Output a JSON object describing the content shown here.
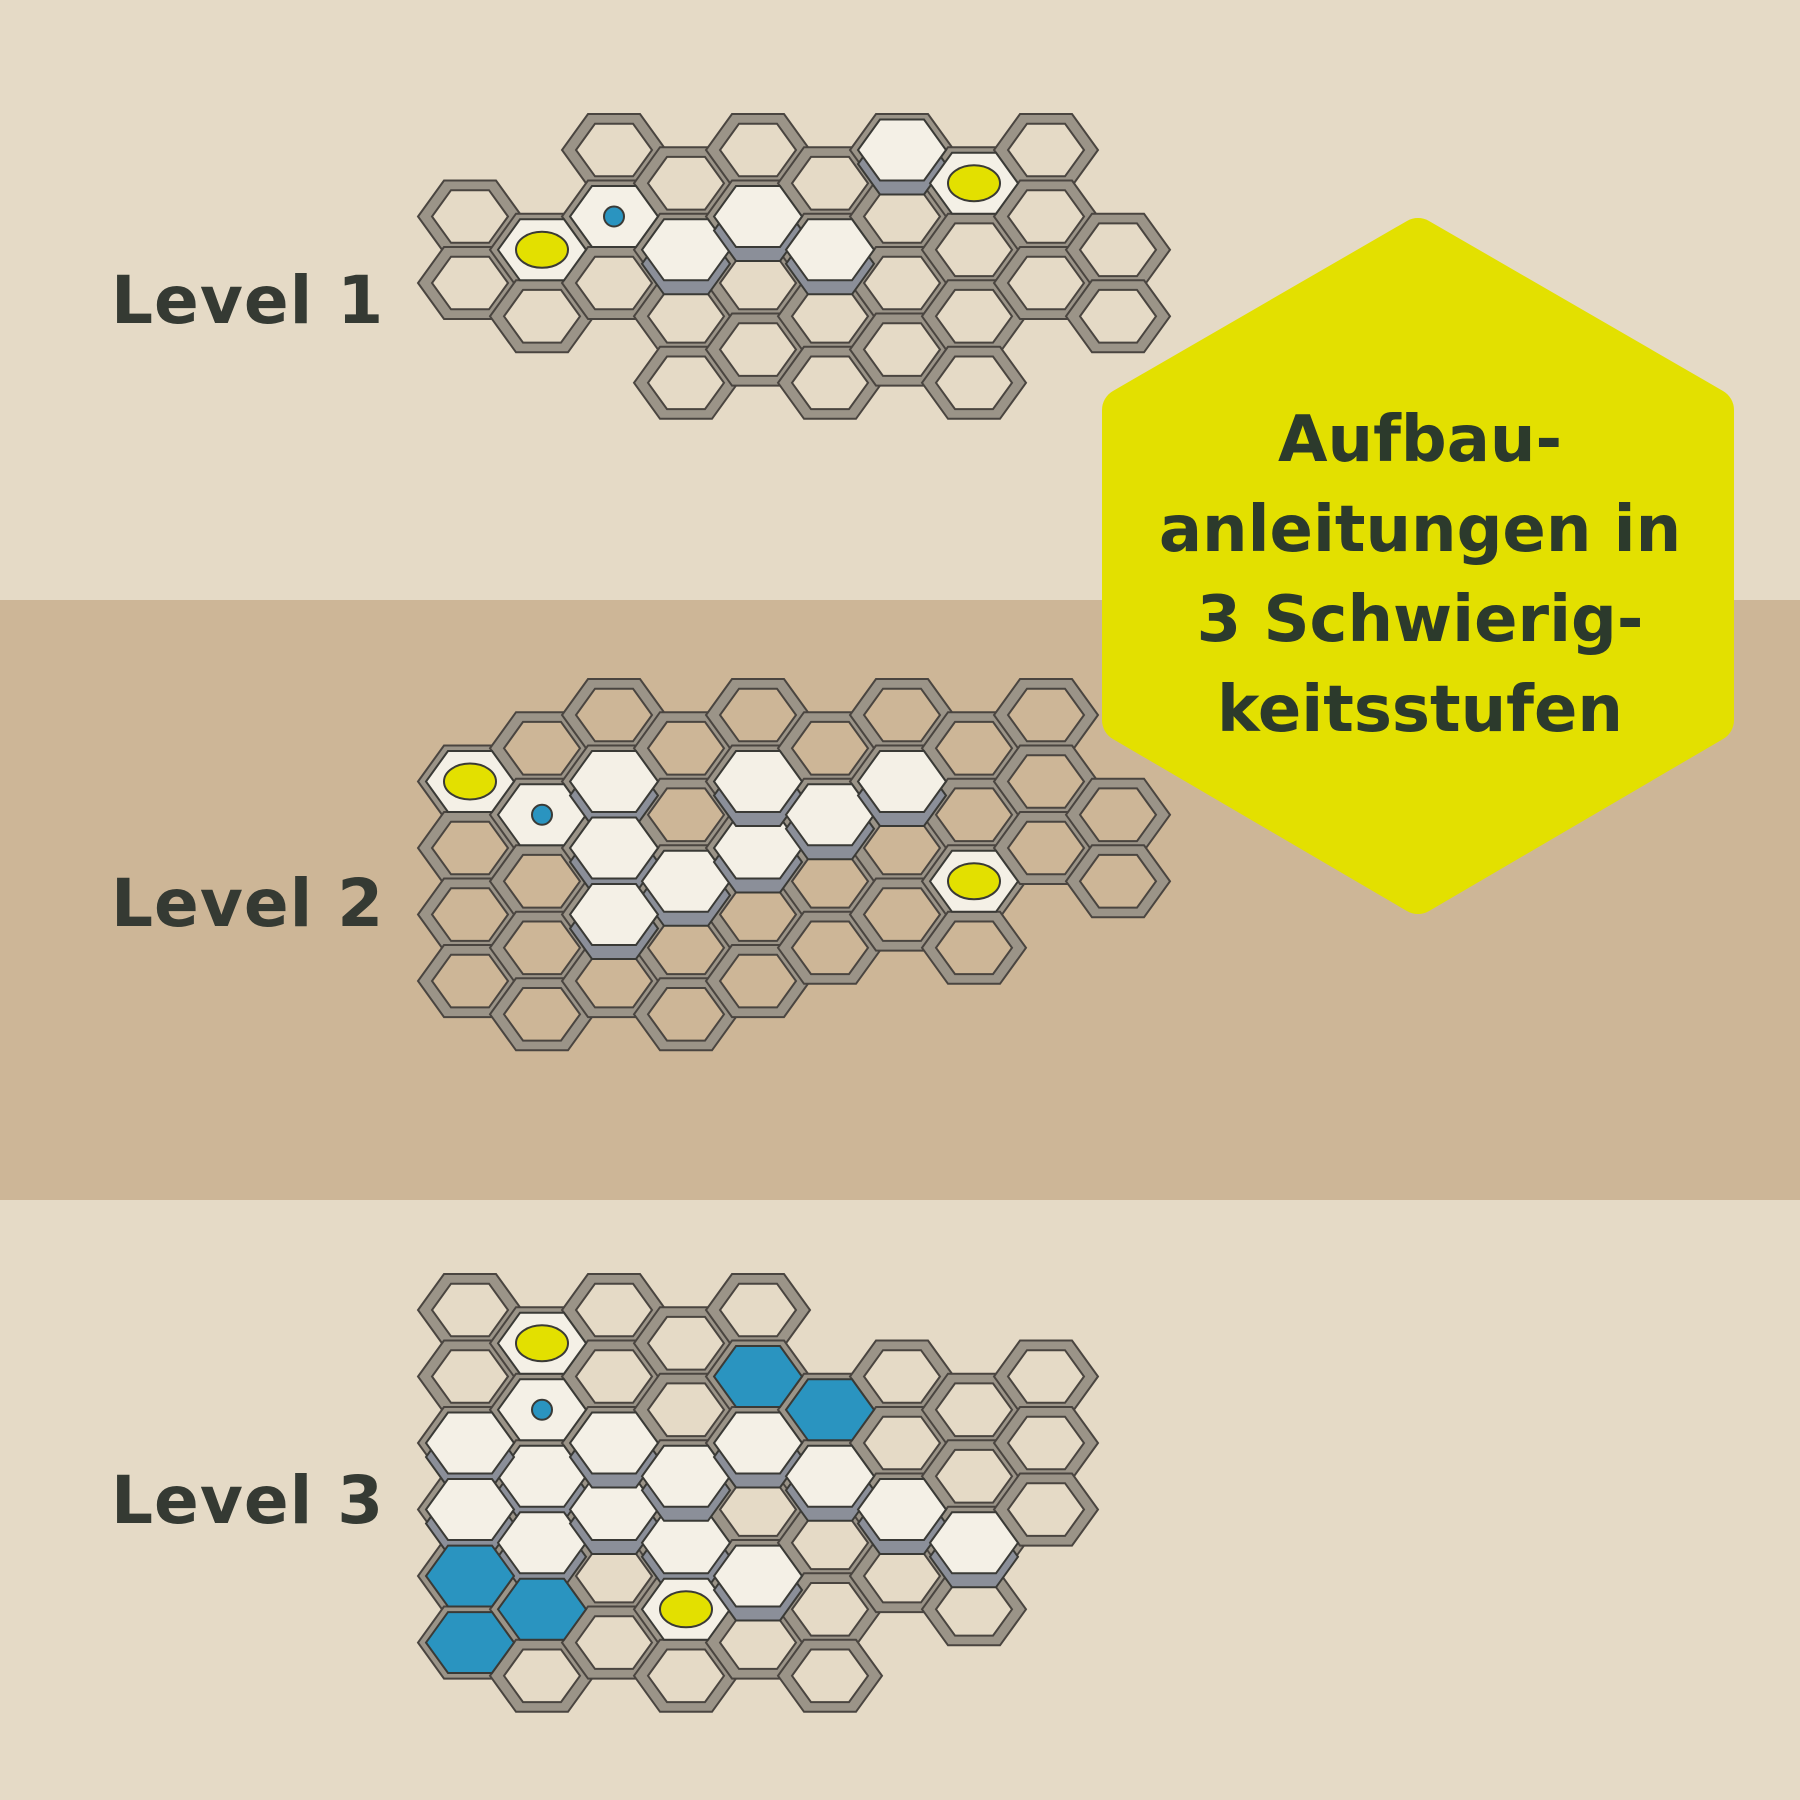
{
  "levels": [
    {
      "label": "Level 1"
    },
    {
      "label": "Level 2"
    },
    {
      "label": "Level 3"
    }
  ],
  "badge": {
    "lines": [
      "Aufbau-",
      "anleitungen in",
      "3 Schwierig-",
      "keitsstufen"
    ]
  },
  "colors": {
    "background_light": "#e5dac6",
    "background_dark": "#cdb697",
    "badge": "#e3e000",
    "text": "#353a33",
    "grid": "#9b9488",
    "tile": "#f4f0e6",
    "accent_yellow": "#e3e000",
    "accent_blue": "#2a94c0",
    "accent_orange": "#ee6a1e"
  }
}
